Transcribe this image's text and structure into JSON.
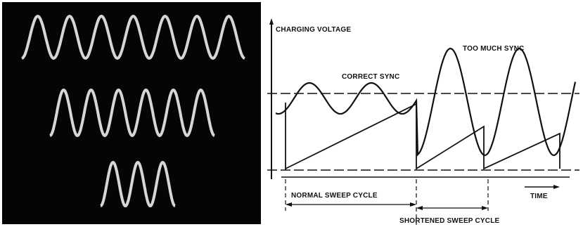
{
  "diagram": {
    "y_axis_label": "CHARGING VOLTAGE",
    "x_axis_label": "TIME",
    "label_correct_sync": "CORRECT SYNC",
    "label_too_much_sync": "TOO MUCH SYNC",
    "label_normal_cycle": "NORMAL SWEEP CYCLE",
    "label_shortened_cycle": "SHORTENED SWEEP CYCLE"
  },
  "colors": {
    "ink": "#111111",
    "trace": "#d6d6d6",
    "screen": "#050505",
    "paper": "#ffffff"
  },
  "oscilloscope_traces": [
    {
      "cycles": 7
    },
    {
      "cycles": 6
    },
    {
      "cycles": 3
    }
  ]
}
